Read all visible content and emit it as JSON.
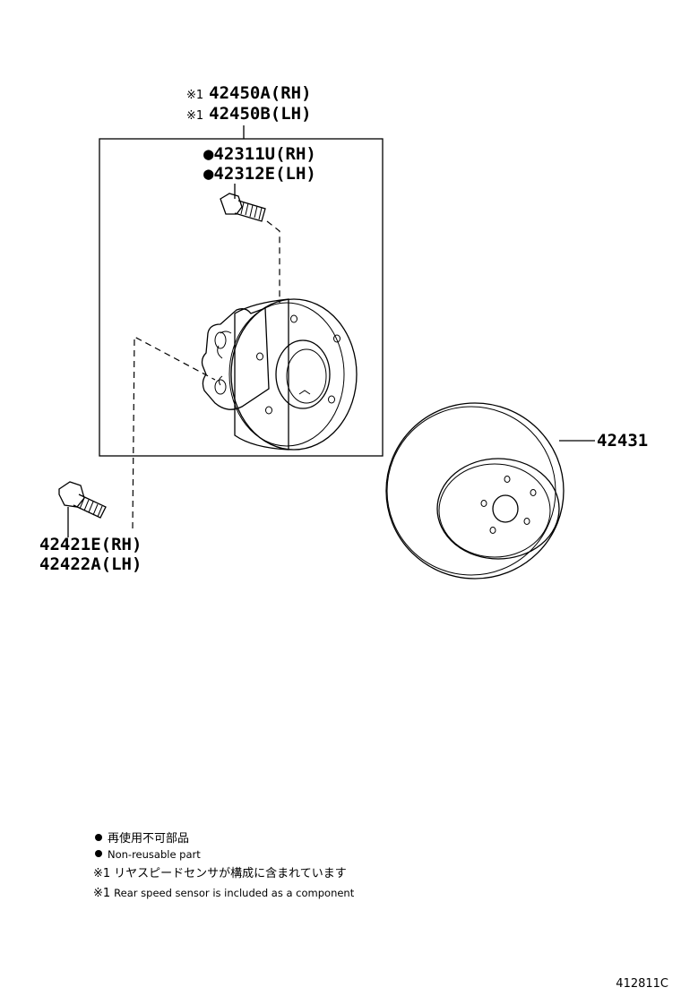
{
  "callouts": {
    "hub_assembly_rh": {
      "mark": "※1",
      "part": "42450A(RH)"
    },
    "hub_assembly_lh": {
      "mark": "※1",
      "part": "42450B(LH)"
    },
    "hub_bolt_rh": {
      "mark": "●",
      "part": "42311U(RH)"
    },
    "hub_bolt_lh": {
      "mark": "●",
      "part": "42312E(LH)"
    },
    "disc": {
      "part": "42431"
    },
    "mount_bolt_rh": {
      "part": "42421E(RH)"
    },
    "mount_bolt_lh": {
      "part": "42422A(LH)"
    }
  },
  "legend": {
    "non_reusable_ja": "再使用不可部品",
    "non_reusable_en": "Non-reusable part",
    "note1_mark": "※1",
    "note1_ja": "リヤスピードセンサが構成に含まれています",
    "note1_en": "Rear speed sensor is included as a component"
  },
  "illustration_code": "412811C"
}
